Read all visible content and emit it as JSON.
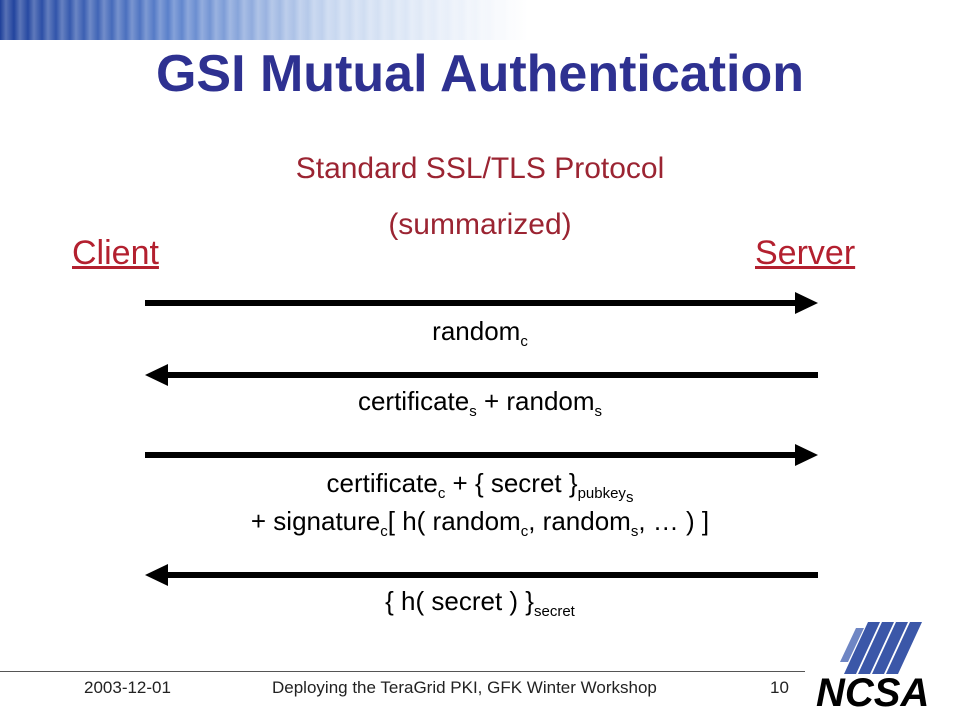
{
  "slide": {
    "title": "GSI Mutual Authentication",
    "subtitle_line1": "Standard SSL/TLS Protocol",
    "subtitle_line2": "(summarized)"
  },
  "parties": {
    "client": "Client",
    "server": "Server"
  },
  "messages": {
    "m1": {
      "base": "random",
      "sub": "c"
    },
    "m2": {
      "a": "certificate",
      "a_sub": "s",
      "plus": " + random",
      "b_sub": "s"
    },
    "m3": {
      "line1_a": "certificate",
      "line1_a_sub": "c",
      "line1_b": " + { secret }",
      "line1_b_sub": "pubkey",
      "line1_b_subsub": "s",
      "line2_a": "+ signature",
      "line2_a_sub": "c",
      "line2_b": "[ h( random",
      "line2_b_sub": "c",
      "line2_c": ", random",
      "line2_c_sub": "s",
      "line2_d": ", … ) ]"
    },
    "m4": {
      "base": "{ h( secret ) }",
      "sub": "secret"
    }
  },
  "footer": {
    "date": "2003-12-01",
    "title": "Deploying the TeraGrid PKI, GFK Winter Workshop",
    "page": "10"
  },
  "logo": {
    "text": "NCSA"
  },
  "colors": {
    "title": "#2e3191",
    "subtitle": "#9b2432",
    "party": "#b3202f",
    "arrow": "#000000"
  }
}
